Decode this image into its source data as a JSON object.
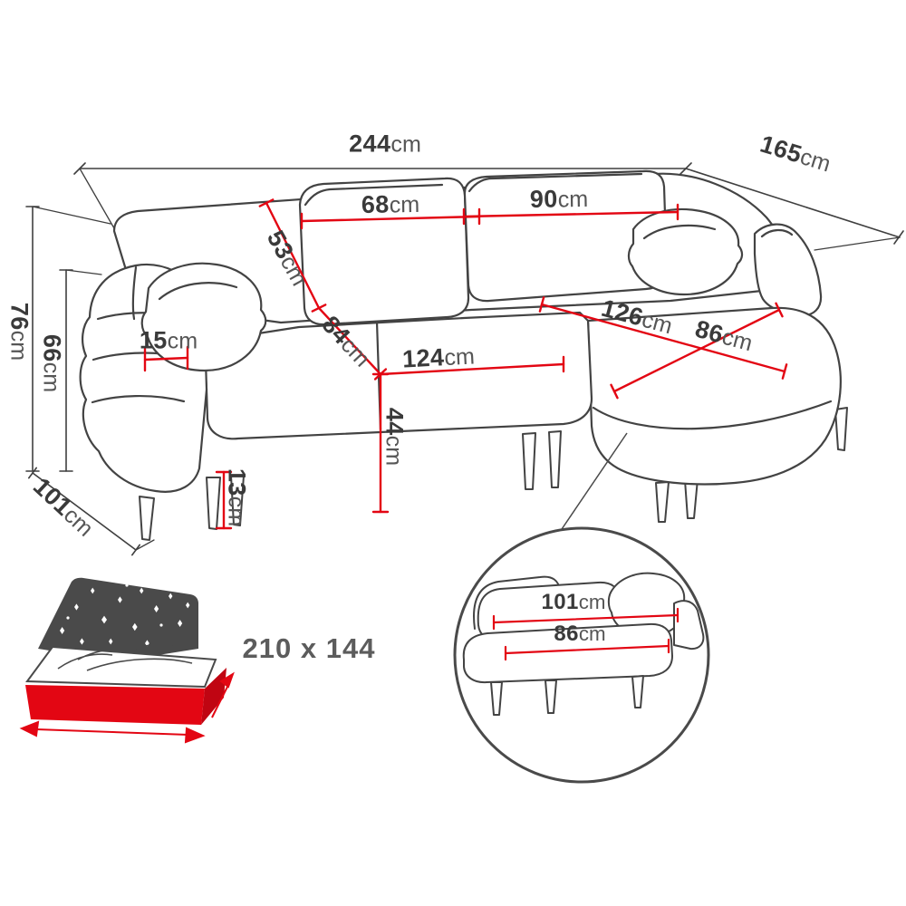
{
  "colors": {
    "line_art": "#434343",
    "dimension_red": "#e30613",
    "dimension_black": "#3f3f3f",
    "text": "#3a3a3a",
    "unit_text": "#565656"
  },
  "labels": {
    "total_width": {
      "value": "244",
      "unit": "cm"
    },
    "right_depth": {
      "value": "165",
      "unit": "cm"
    },
    "back_cushion_small": {
      "value": "68",
      "unit": "cm"
    },
    "back_cushion_large": {
      "value": "90",
      "unit": "cm"
    },
    "backrest_height": {
      "value": "53",
      "unit": "cm"
    },
    "seat_depth": {
      "value": "84",
      "unit": "cm"
    },
    "seat_width": {
      "value": "124",
      "unit": "cm"
    },
    "chaise_length": {
      "value": "126",
      "unit": "cm"
    },
    "chaise_width": {
      "value": "86",
      "unit": "cm"
    },
    "armrest_width": {
      "value": "15",
      "unit": "cm"
    },
    "total_height": {
      "value": "76",
      "unit": "cm"
    },
    "armrest_height": {
      "value": "66",
      "unit": "cm"
    },
    "side_depth": {
      "value": "101",
      "unit": "cm"
    },
    "seat_height": {
      "value": "44",
      "unit": "cm"
    },
    "leg_height": {
      "value": "13",
      "unit": "cm"
    }
  },
  "bed": {
    "sleeping_area": "210 x 144"
  },
  "inset": {
    "overall_depth": {
      "value": "101",
      "unit": "cm"
    },
    "seat_depth": {
      "value": "86",
      "unit": "cm"
    }
  }
}
